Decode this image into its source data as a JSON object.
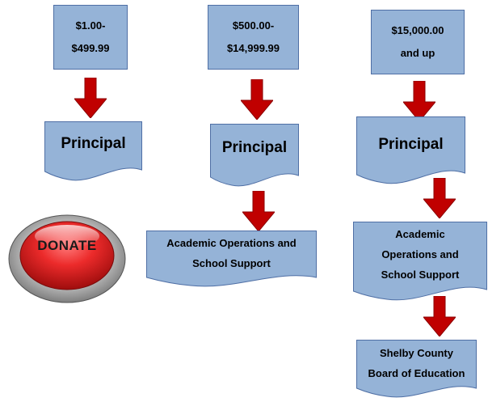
{
  "columns": [
    {
      "tier": [
        "$1.00-",
        "$499.99"
      ],
      "steps": [
        {
          "lines": [
            "Principal"
          ]
        }
      ]
    },
    {
      "tier": [
        "$500.00-",
        "$14,999.99"
      ],
      "steps": [
        {
          "lines": [
            "Principal"
          ]
        },
        {
          "lines": [
            "Academic Operations and",
            "School Support"
          ]
        }
      ]
    },
    {
      "tier": [
        "$15,000.00",
        "and up"
      ],
      "steps": [
        {
          "lines": [
            "Principal"
          ]
        },
        {
          "lines": [
            "Academic",
            "Operations and",
            "School Support"
          ]
        },
        {
          "lines": [
            "Shelby County",
            "Board of Education"
          ]
        }
      ]
    }
  ],
  "donate_button": {
    "label": "DONATE",
    "color": "#e02020"
  },
  "colors": {
    "box_fill": "#95b3d7",
    "box_border": "#4f6fa5",
    "arrow": "#c00000"
  }
}
